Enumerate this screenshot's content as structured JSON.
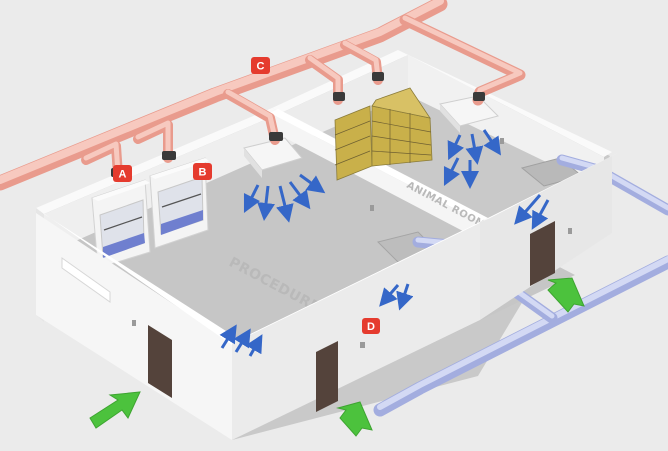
{
  "rooms": {
    "procedure": "PROCEDURE ROOM",
    "animal": "ANIMAL ROOM"
  },
  "badges": {
    "a": "A",
    "b": "B",
    "c": "C",
    "d": "D"
  },
  "colors": {
    "background": "#ebebeb",
    "exhaust_duct": "#f2b3a8",
    "supply_duct": "#bcc4ea",
    "badge": "#e53b2e",
    "airflow_arrow": "#3567c8",
    "entry_arrow": "#4cc23d",
    "door": "#54433b",
    "wall": "#f4f4f4",
    "floor": "#c9c9c9"
  }
}
